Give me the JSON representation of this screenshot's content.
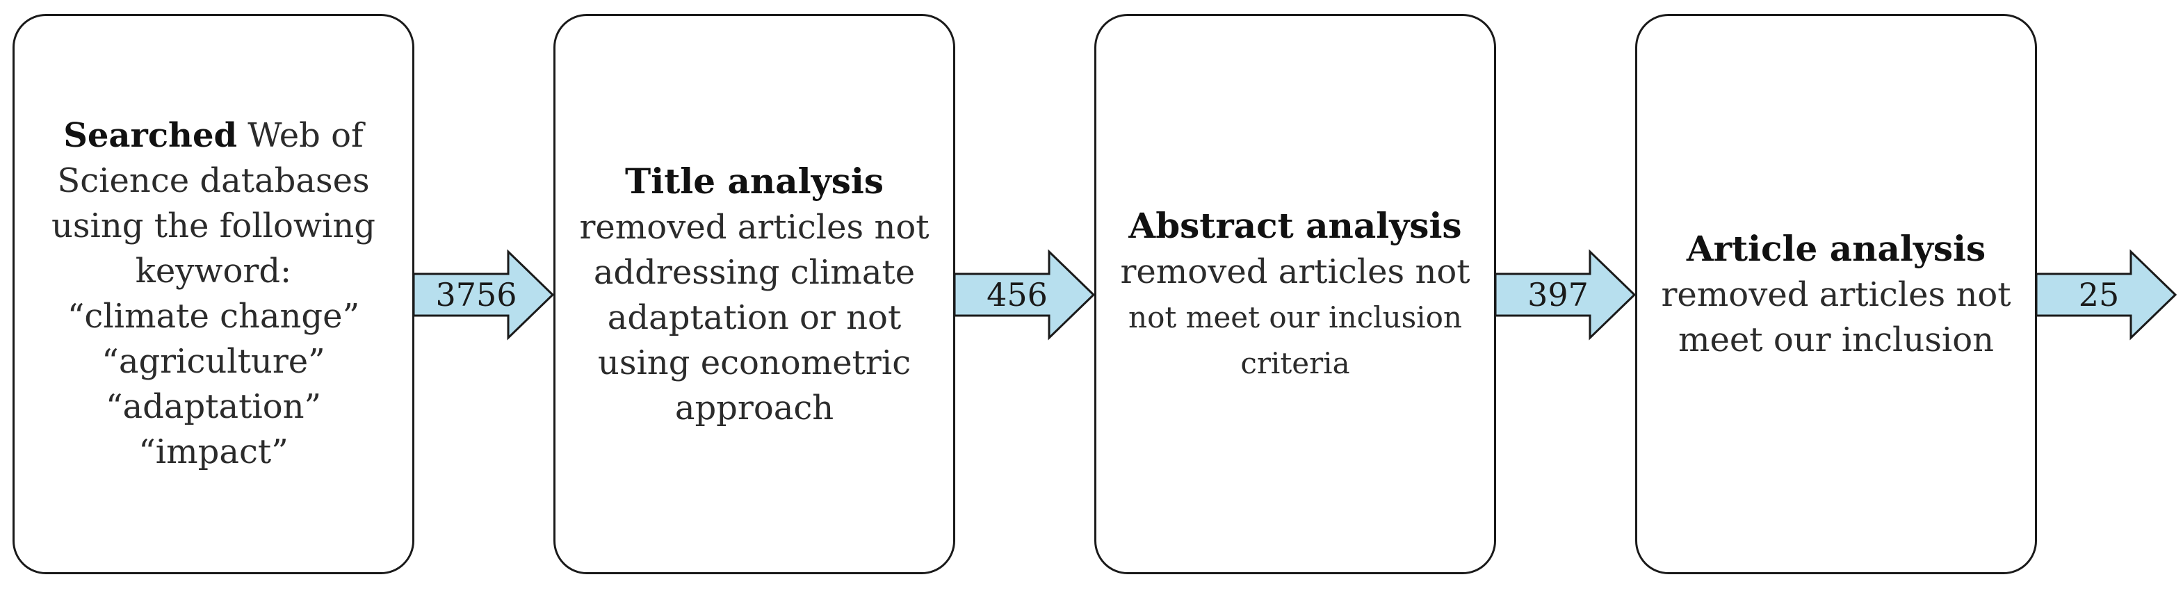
{
  "boxes": [
    {
      "search_bold": "Searched",
      "search_rest": " Web of",
      "lines": [
        "Science databases",
        "using the following",
        "keyword:",
        "“climate change”",
        "“agriculture”",
        "“adaptation”",
        "“impact”"
      ]
    },
    {
      "title": "Title analysis",
      "lines": [
        "removed articles not",
        "addressing climate",
        "adaptation or not",
        "using econometric",
        "approach"
      ]
    },
    {
      "title": "Abstract analysis",
      "lines": [
        "removed articles not",
        "not meet our inclusion",
        "criteria"
      ]
    },
    {
      "title": "Article analysis",
      "lines": [
        "removed articles not",
        "meet our inclusion"
      ]
    }
  ],
  "arrows": [
    "3756",
    "456",
    "397",
    "25"
  ],
  "colors": {
    "arrow_fill": "#b7dfee",
    "border": "#1a1a1a"
  }
}
